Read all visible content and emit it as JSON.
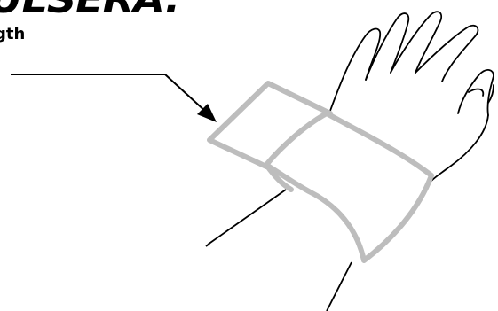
{
  "heading": "ULSERA.",
  "subheading": "gth",
  "colors": {
    "line": "#000000",
    "bracelet": "#bdbdbd",
    "background": "#ffffff"
  },
  "icons": [
    "hand-illustration",
    "arrow-icon",
    "bracelet-band"
  ]
}
